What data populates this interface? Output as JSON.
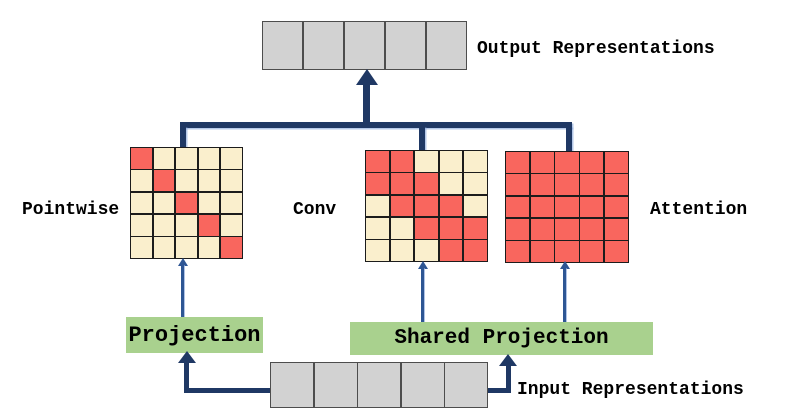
{
  "colors": {
    "active_cell": "#F9665E",
    "inactive_cell": "#FAEFCD",
    "token_cell": "#D2D2D2",
    "token_border": "#4D4D4D",
    "cell_border": "#1C1C1C",
    "projection_box": "#A9D18E",
    "arrow_thick": "#1F3864",
    "arrow_thin": "#2E5694",
    "text": "#000000"
  },
  "output": {
    "label": "Output Representations",
    "cells": 5
  },
  "input": {
    "label": "Input Representations",
    "cells": 5
  },
  "matrices": [
    {
      "name": "pointwise",
      "label": "Pointwise",
      "rows": 5,
      "cols": 5,
      "pattern": [
        "10000",
        "01000",
        "00100",
        "00010",
        "00001"
      ]
    },
    {
      "name": "conv",
      "label": "Conv",
      "rows": 5,
      "cols": 5,
      "pattern": [
        "11000",
        "11100",
        "01110",
        "00111",
        "00011"
      ]
    },
    {
      "name": "attention",
      "label": "Attention",
      "rows": 5,
      "cols": 5,
      "pattern": [
        "11111",
        "11111",
        "11111",
        "11111",
        "11111"
      ]
    }
  ],
  "projections": {
    "individual": {
      "label": "Projection"
    },
    "shared": {
      "label": "Shared Projection"
    }
  }
}
